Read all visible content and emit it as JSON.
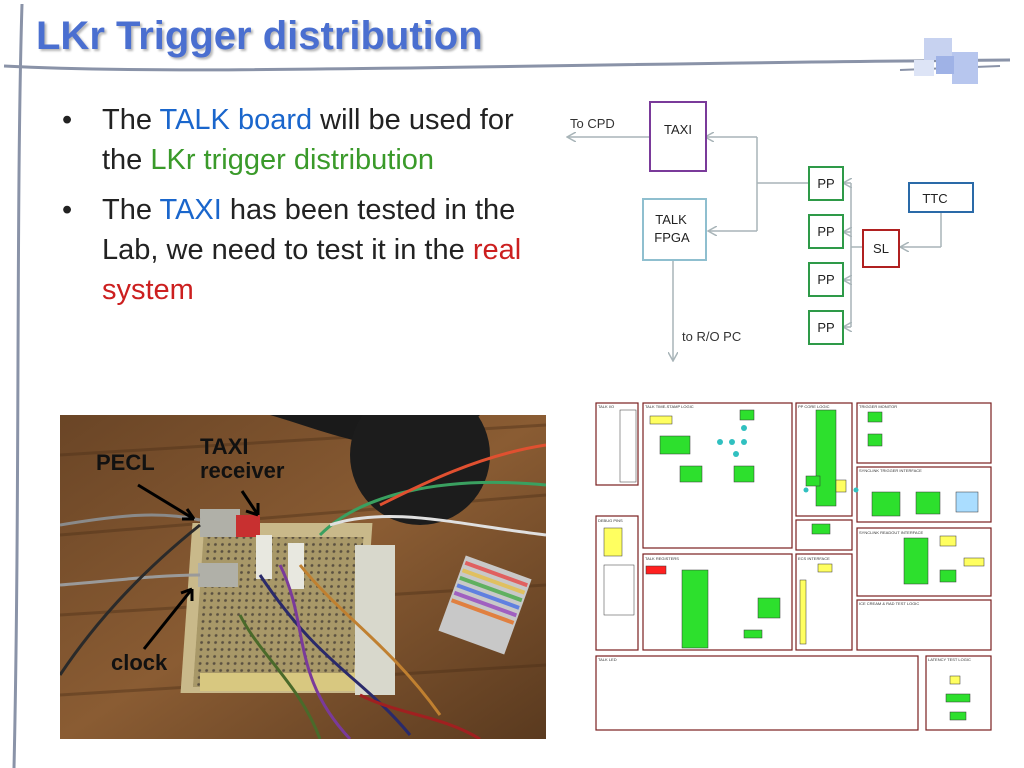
{
  "slide": {
    "title": "LKr Trigger distribution"
  },
  "bullets": [
    {
      "pre": "The ",
      "highlight1": "TALK board",
      "mid": " will be used for the ",
      "highlight2": "LKr trigger distribution"
    },
    {
      "pre": "The ",
      "highlight1": "TAXI",
      "mid": " has been tested in the Lab, we need to test it in the ",
      "highlight2": "real system"
    }
  ],
  "diagram": {
    "taxi": "TAXI",
    "talk_line1": "TALK",
    "talk_line2": "FPGA",
    "pp": [
      "PP",
      "PP",
      "PP",
      "PP"
    ],
    "sl": "SL",
    "ttc": "TTC",
    "to_cpd": "To CPD",
    "to_ro": "to R/O PC",
    "colors": {
      "taxi_border": "#7a3a9a",
      "talk_border": "#8fbfcf",
      "pp_border": "#2e9a48",
      "sl_border": "#b02020",
      "ttc_border": "#2a6aa8",
      "arrow": "#a8b4b8"
    }
  },
  "photo": {
    "label_pecl": "PECL",
    "label_taxi_line1": "TAXI",
    "label_taxi_line2": "receiver",
    "label_clock": "clock"
  },
  "schematic": {
    "blocks": [
      "TALK I/O",
      "TALK TIME-STAMP LOGIC",
      "PP CORE LOGIC",
      "TRIGGER MONITOR",
      "SYNCLINK TRIGGER INTERFACE",
      "DEBUG PINS",
      "TALK REGISTERS",
      "ECS INTERFACE",
      "SYNCLINK READOUT INTERFACE",
      "ICE CREAM & RAD TEST LOGIC",
      "TALK LED",
      "LATENCY TEST LOGIC"
    ]
  }
}
